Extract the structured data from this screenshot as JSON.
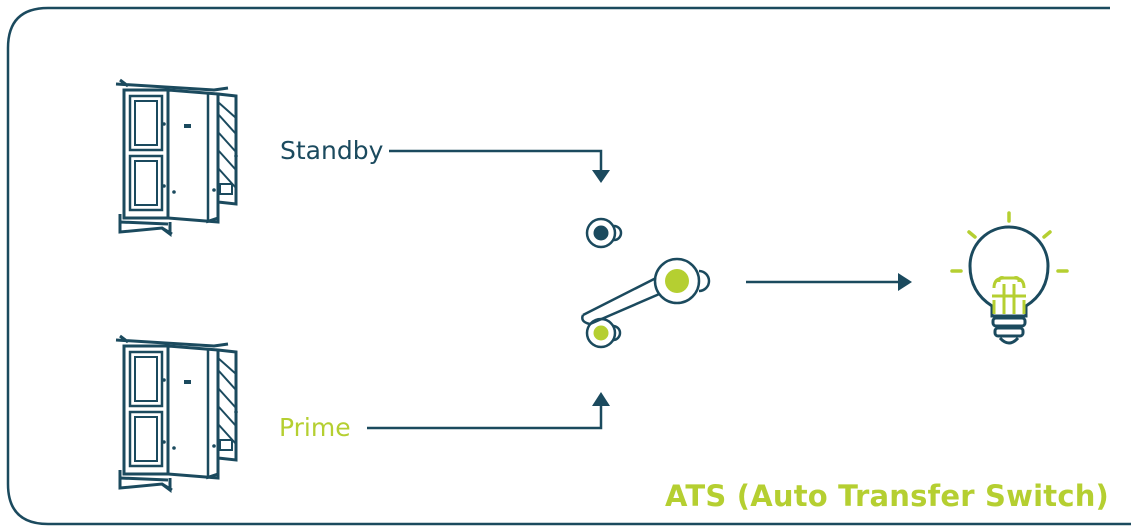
{
  "labels": {
    "standby": "Standby",
    "prime": "Prime",
    "title": "ATS (Auto Transfer Switch)"
  },
  "colors": {
    "primary": "#1b4a5e",
    "accent": "#b5cf31",
    "background": "#ffffff"
  },
  "icons": {
    "top_generator": "generator-cabinet-icon",
    "bottom_generator": "generator-cabinet-icon",
    "switch": "transfer-switch-icon",
    "load": "light-bulb-icon"
  }
}
